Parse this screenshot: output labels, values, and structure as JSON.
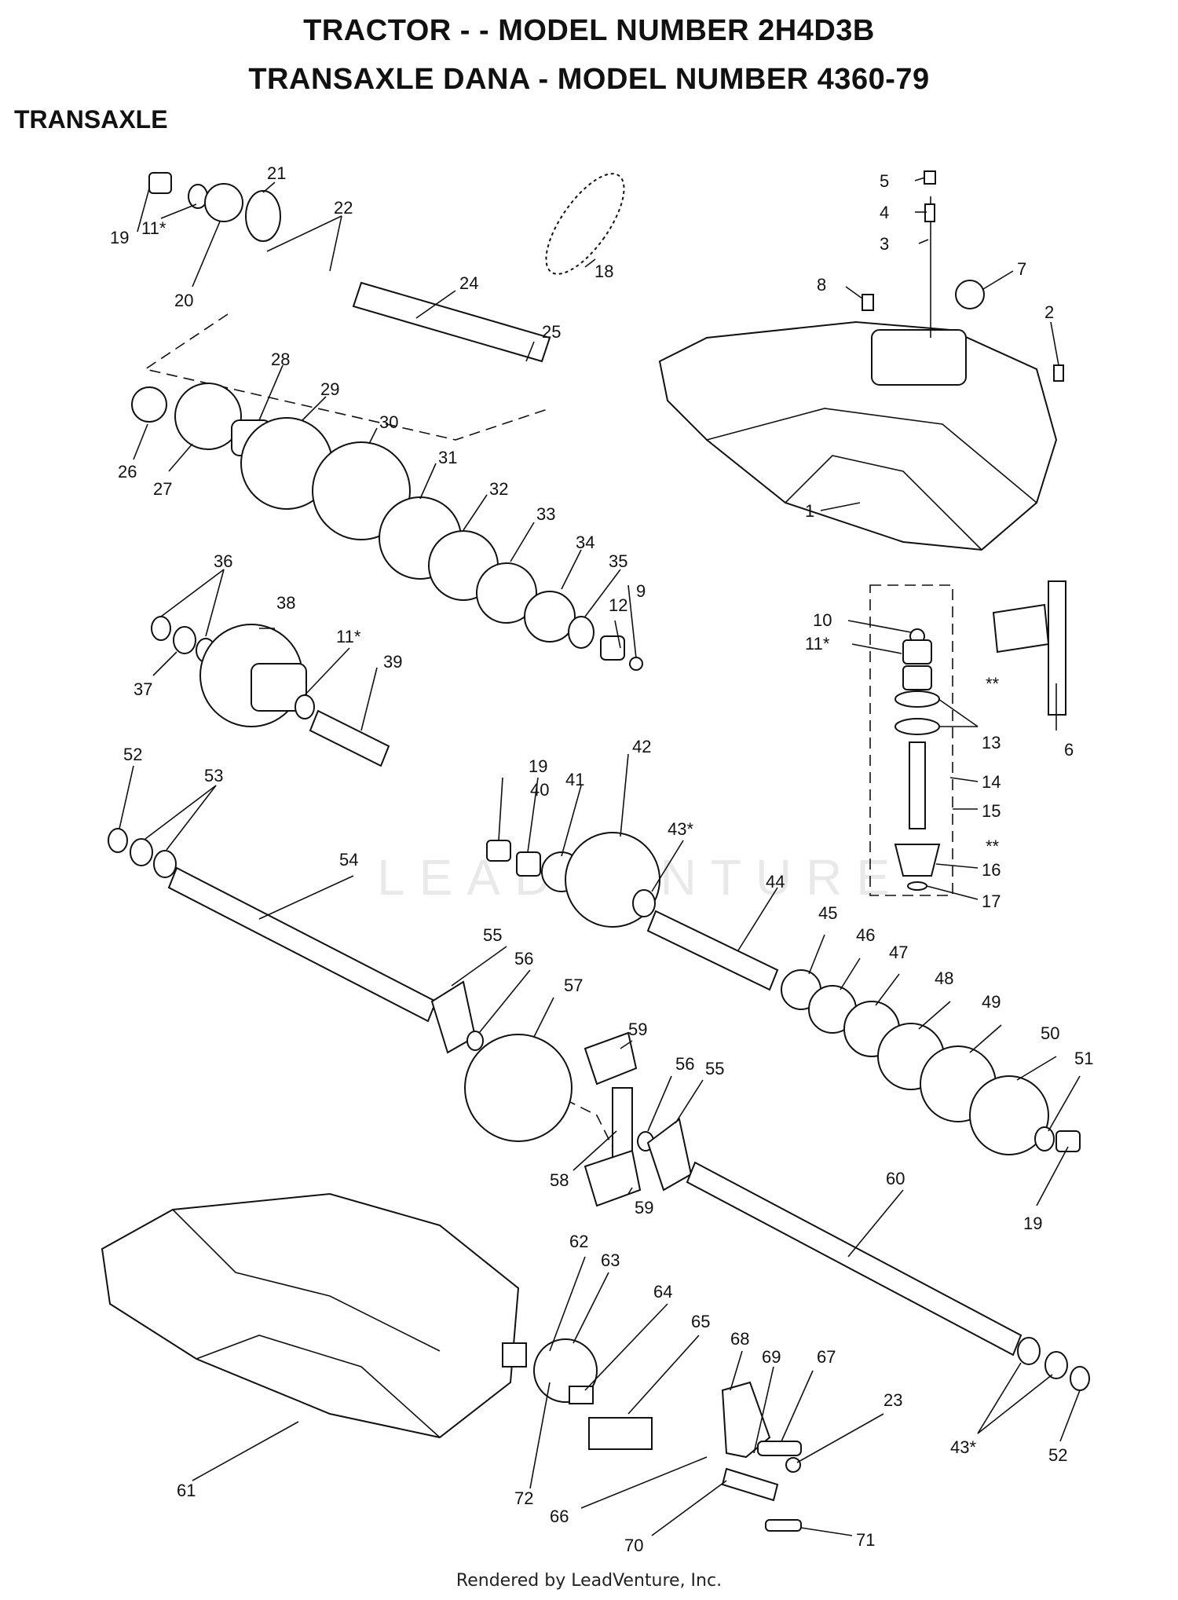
{
  "header": {
    "title_line1": "TRACTOR - - MODEL NUMBER 2H4D3B",
    "title_line2": "TRANSAXLE DANA - MODEL NUMBER 4360-79",
    "section": "TRANSAXLE"
  },
  "watermark": "LEADVENTURE",
  "footer": "Rendered by LeadVenture, Inc.",
  "callouts": [
    "1",
    "2",
    "3",
    "4",
    "5",
    "6",
    "7",
    "8",
    "9",
    "10",
    "11*",
    "11*",
    "11*",
    "12",
    "13",
    "14",
    "15",
    "16",
    "17",
    "18",
    "19",
    "19",
    "19",
    "20",
    "21",
    "22",
    "23",
    "24",
    "25",
    "26",
    "27",
    "28",
    "29",
    "30",
    "31",
    "32",
    "33",
    "34",
    "35",
    "36",
    "37",
    "38",
    "39",
    "40",
    "41",
    "42",
    "43*",
    "43*",
    "44",
    "45",
    "46",
    "47",
    "48",
    "49",
    "50",
    "51",
    "52",
    "52",
    "53",
    "54",
    "55",
    "55",
    "56",
    "56",
    "57",
    "58",
    "59",
    "59",
    "60",
    "61",
    "62",
    "63",
    "64",
    "65",
    "66",
    "67",
    "68",
    "69",
    "70",
    "71",
    "72",
    "**",
    "**"
  ]
}
